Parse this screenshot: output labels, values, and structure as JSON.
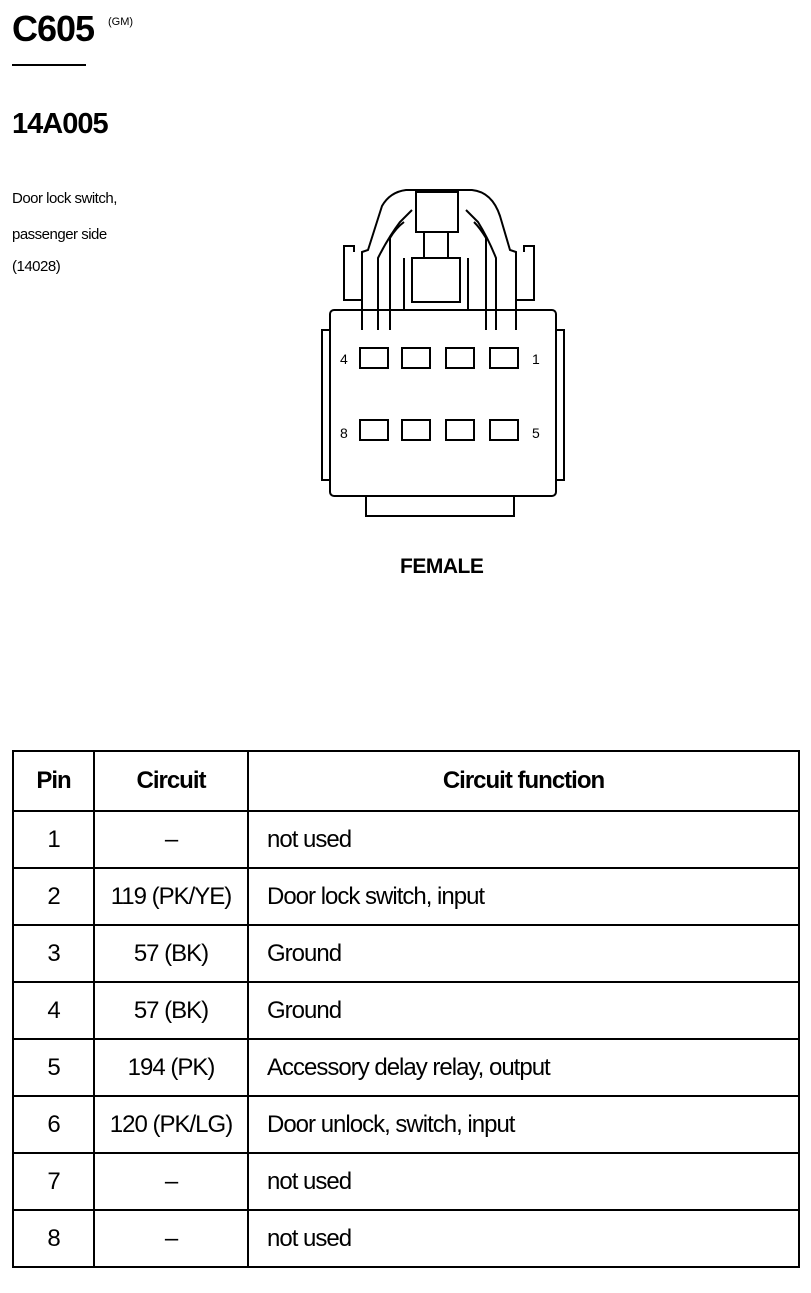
{
  "header": {
    "connector_id": "C605",
    "connector_tag": "(GM)",
    "part_number": "14A005",
    "description_lines": [
      "Door lock switch,",
      "passenger side",
      "(14028)"
    ]
  },
  "connector": {
    "view_label": "FEMALE",
    "pin_labels": {
      "top_left": "4",
      "top_right": "1",
      "bottom_left": "8",
      "bottom_right": "5"
    }
  },
  "table": {
    "headers": {
      "pin": "Pin",
      "circuit": "Circuit",
      "function": "Circuit function"
    },
    "rows": [
      {
        "pin": "1",
        "circuit": "–",
        "function": "not used"
      },
      {
        "pin": "2",
        "circuit": "119 (PK/YE)",
        "function": "Door lock switch, input"
      },
      {
        "pin": "3",
        "circuit": "57 (BK)",
        "function": "Ground"
      },
      {
        "pin": "4",
        "circuit": "57 (BK)",
        "function": "Ground"
      },
      {
        "pin": "5",
        "circuit": "194 (PK)",
        "function": "Accessory delay relay, output"
      },
      {
        "pin": "6",
        "circuit": "120 (PK/LG)",
        "function": "Door unlock, switch, input"
      },
      {
        "pin": "7",
        "circuit": "–",
        "function": "not used"
      },
      {
        "pin": "8",
        "circuit": "–",
        "function": "not used"
      }
    ]
  }
}
